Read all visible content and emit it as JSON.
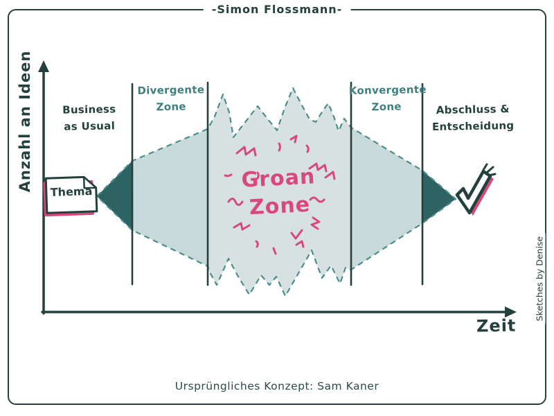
{
  "title": "-Simon Flossmann-",
  "caption": "Ursprüngliches Konzept: Sam Kaner",
  "signature": "Sketches by Denise",
  "axes": {
    "y": "Anzahl an Ideen",
    "x": "Zeit"
  },
  "zones": {
    "business": {
      "line1": "Business",
      "line2": "as Usual"
    },
    "divergent": {
      "line1": "Divergente",
      "line2": "Zone"
    },
    "groan": {
      "line1": "Groan",
      "line2": "Zone"
    },
    "convergent": {
      "line1": "Konvergente",
      "line2": "Zone"
    },
    "closing": {
      "line1": "Abschluss &",
      "line2": "Entscheidung"
    }
  },
  "start_note": {
    "label": "Thema"
  },
  "colors": {
    "dark": "#24403d",
    "teal_label": "#3f807f",
    "dashed_outline": "#4b8d8b",
    "dark_fill": "#2e6363",
    "light_fill": "#c8d9d9",
    "lighter_fill": "#d7e1e1",
    "pink": "#d7497b"
  }
}
